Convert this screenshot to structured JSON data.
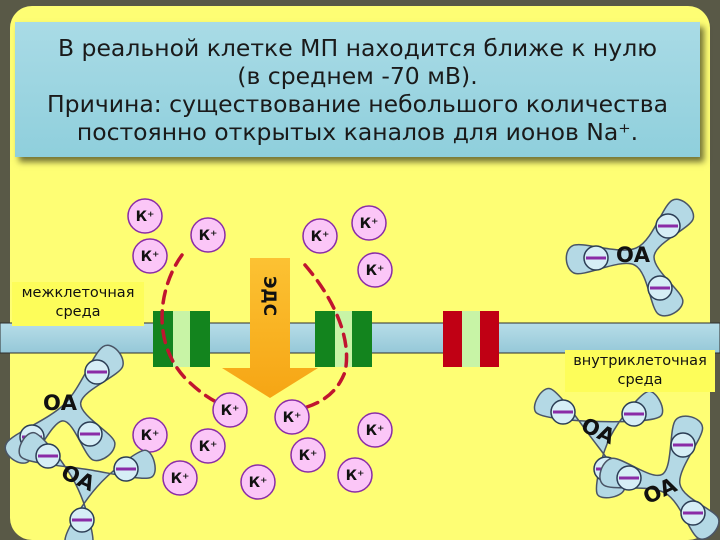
{
  "title": {
    "lines": [
      "В реальной клетке МП находится ближе к нулю",
      "(в среднем -70 мВ).",
      "Причина: существование небольшого количества",
      "постоянно открытых каналов для ионов Na⁺."
    ]
  },
  "labels": {
    "extracellular": "межклеточная среда",
    "intracellular": "внутриклеточная среда",
    "emf": "ЭДС"
  },
  "ion_label": "К⁺",
  "anion_label": "ОА",
  "colors": {
    "background": "#fefe74",
    "membrane": "#a6d3e1",
    "channel_green": "#13841e",
    "channel_red": "#c00014",
    "channel_gap": "#c8f4a6",
    "ion_fill": "#fbc6f7",
    "ion_stroke": "#8a2ca7",
    "anion_fill": "#b4d9e5",
    "anion_stroke": "#4a5566",
    "minus_stroke": "#8a2ca7",
    "arrow_fill": "#fbb41f",
    "dashed_path": "#c0152f"
  }
}
